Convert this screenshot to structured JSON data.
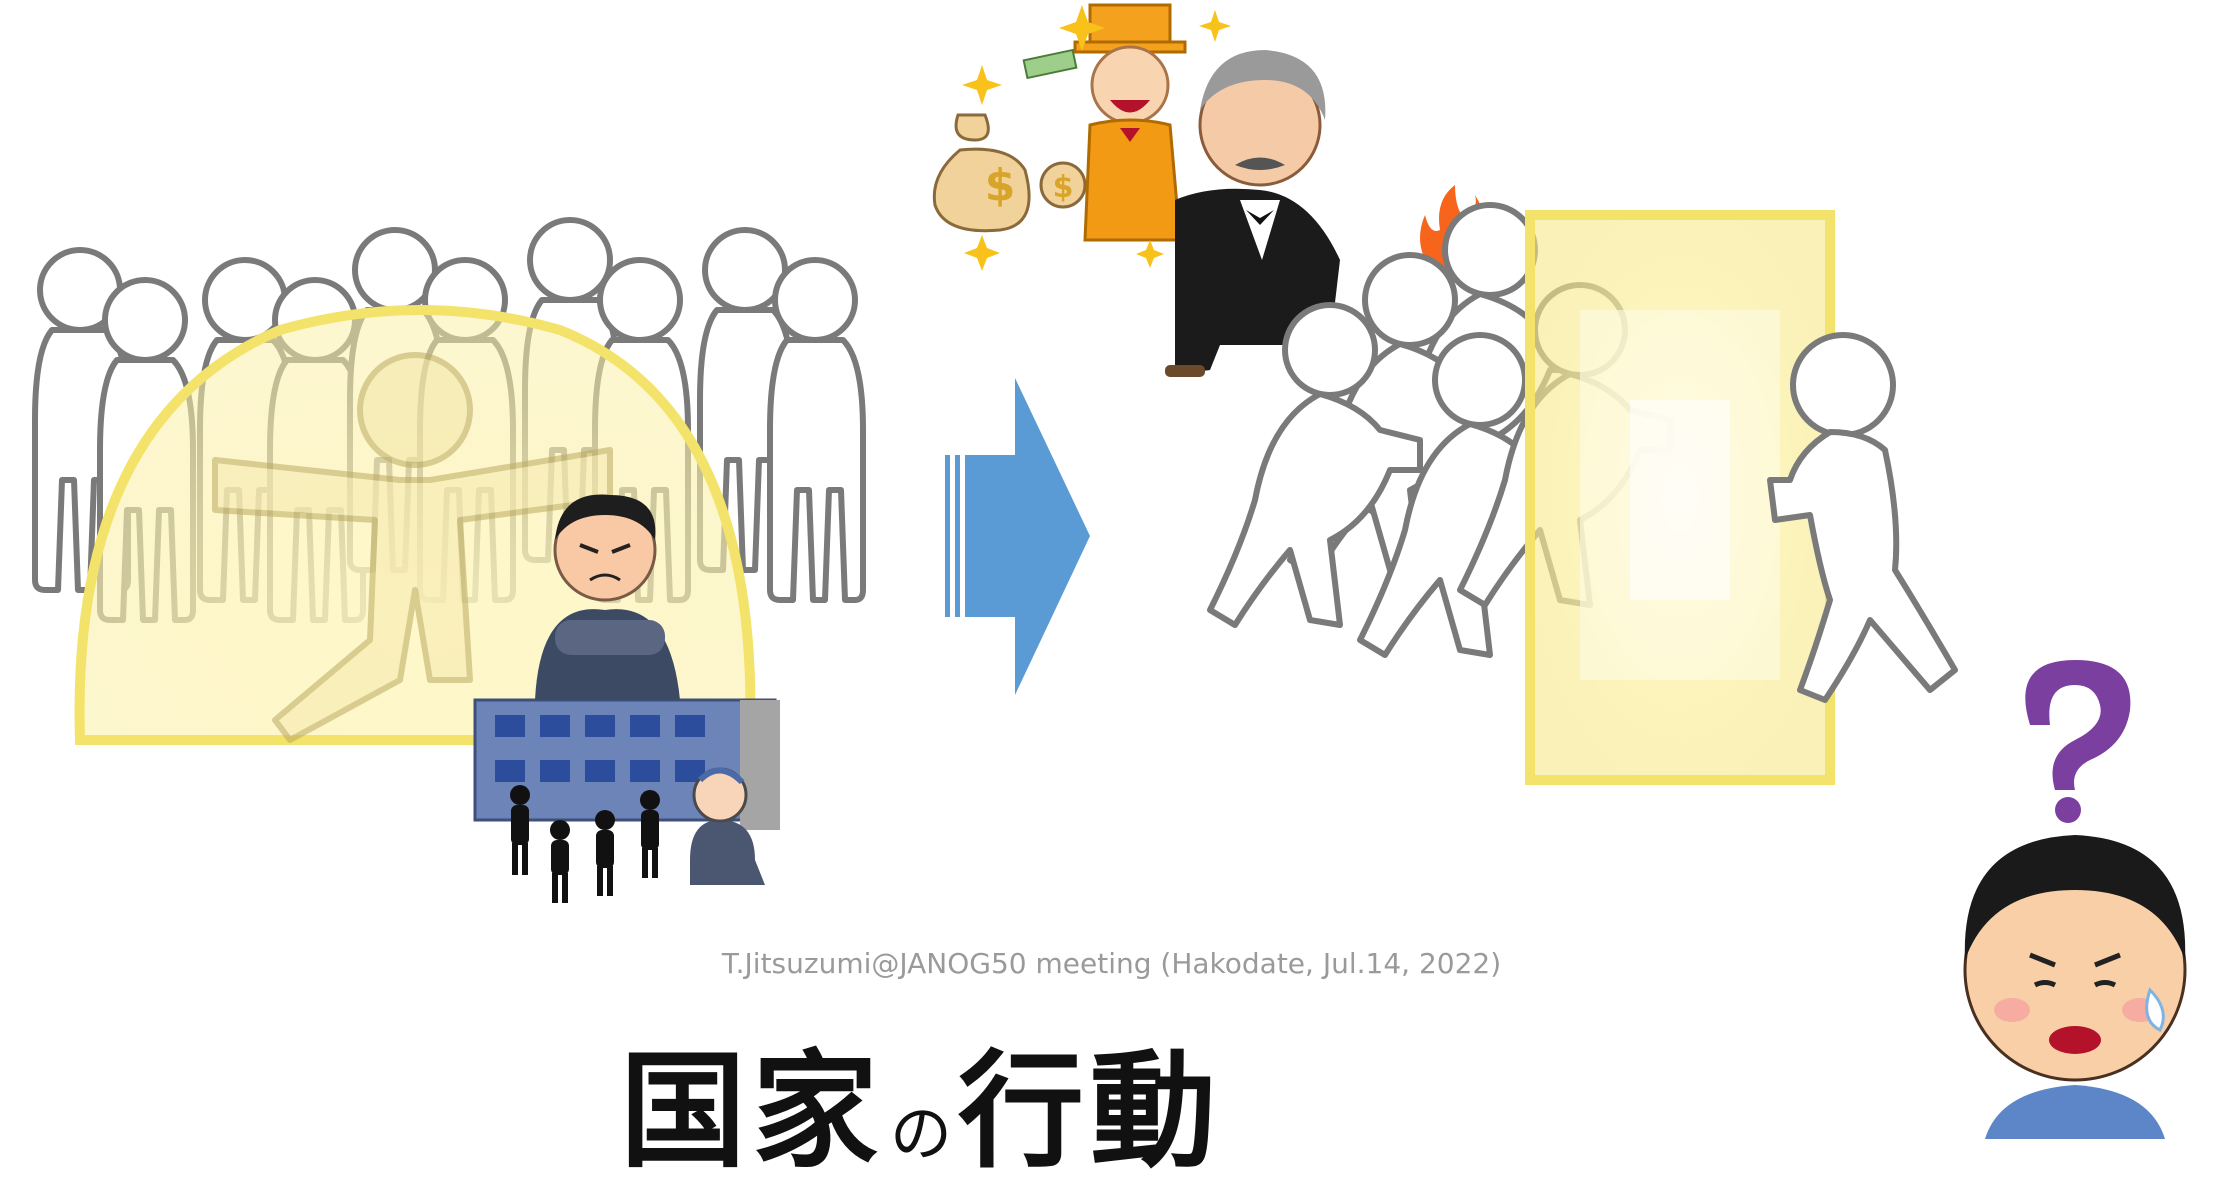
{
  "slide": {
    "credit": "T.Jitsuzumi@JANOG50 meeting (Hakodate, Jul.14, 2022)",
    "title_part1": "国家",
    "title_particle": "の",
    "title_part2": "行動"
  },
  "illustrations": {
    "left": "crowd-protected-by-dome-with-boss-and-building",
    "arrow": "right-arrow-icon",
    "right": "crowd-pushing-toward-light-with-rich-men",
    "corner": "confused-boy-with-question-mark"
  },
  "colors": {
    "arrow": "#5b9bd5",
    "dome": "#f3e36a",
    "outline": "#7a7a7a",
    "question": "#7b3fa0"
  }
}
